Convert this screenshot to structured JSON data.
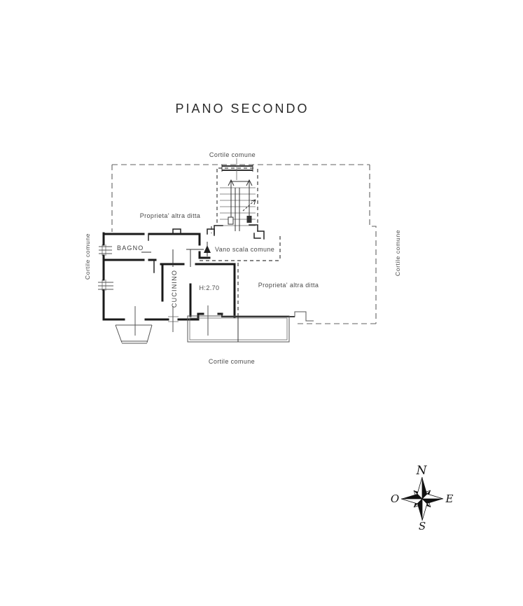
{
  "title": "PIANO SECONDO",
  "plan": {
    "courtyard_labels": {
      "top": "Cortile comune",
      "bottom": "Cortile comune",
      "left": "Cortile comune",
      "right": "Cortile comune"
    },
    "other_property": {
      "upper_label": "Proprieta' altra ditta",
      "right_label": "Proprieta' altra ditta"
    },
    "rooms": {
      "bathroom": "BAGNO",
      "kitchenette": "CUCININO",
      "height_note": "H:2.70",
      "stairwell": "Vano scala comune"
    }
  },
  "compass": {
    "north": "N",
    "south": "S",
    "east": "E",
    "west": "O"
  },
  "colors": {
    "background": "#ffffff",
    "wall_line": "#1a1a1a",
    "thin_line": "#555555",
    "dashed_boundary": "#606060",
    "label_text": "#4a4a4a",
    "title_text": "#2b2b2b"
  }
}
